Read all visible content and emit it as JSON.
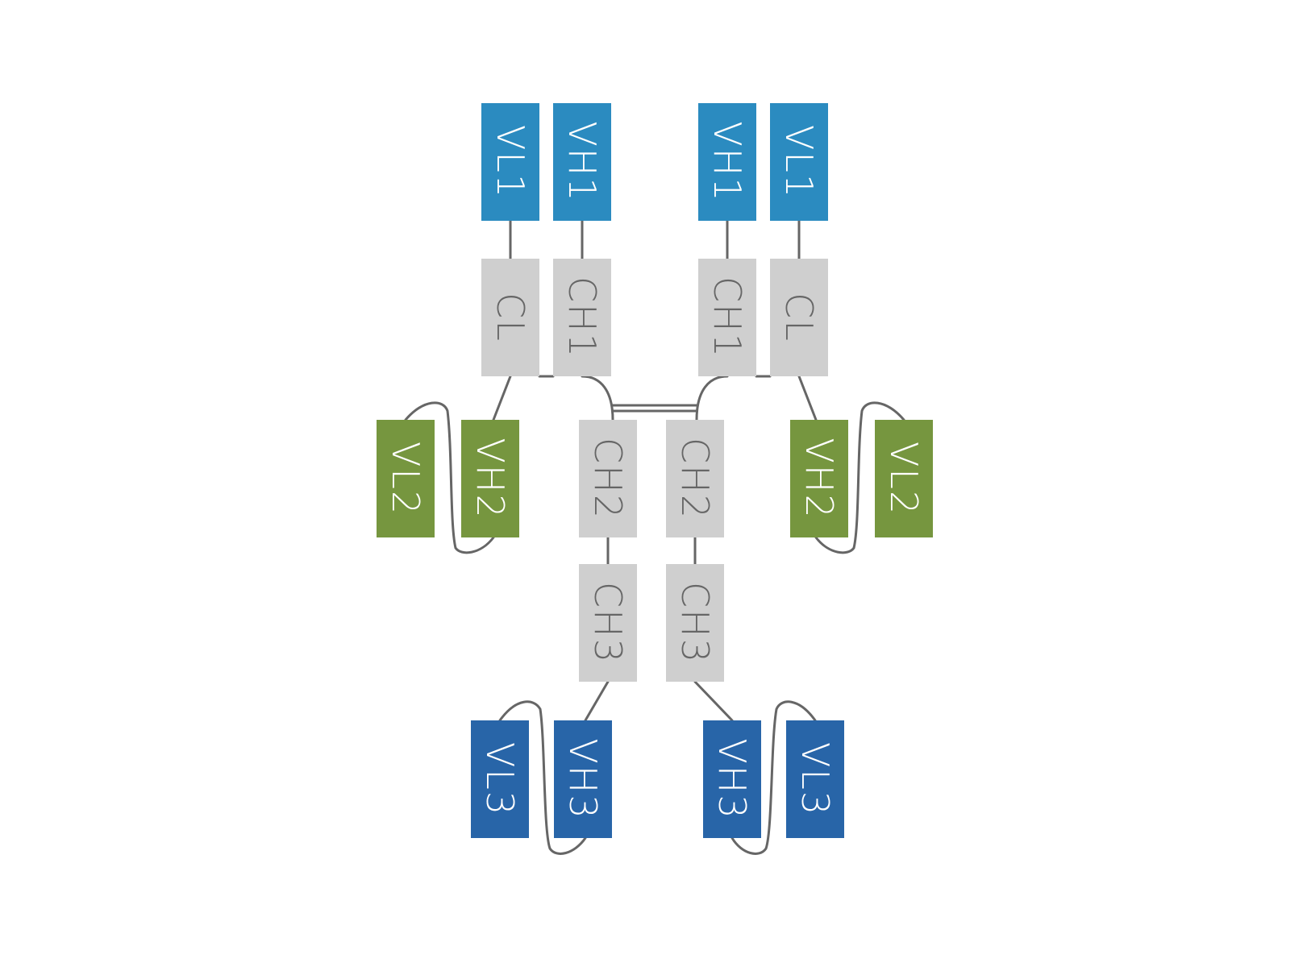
{
  "colors": {
    "background": "#ffffff",
    "connector": "#666666",
    "variable_1": "#2b8bc0",
    "constant": "#cfcfcf",
    "variable_2": "#76963f",
    "variable_3": "#2865a8",
    "text_light": "#ffffff",
    "text_dark": "#666666"
  },
  "domains": [
    {
      "id": "vl1_left",
      "label": "VL1",
      "color": "variable_1",
      "text": "text_light"
    },
    {
      "id": "vh1_left",
      "label": "VH1",
      "color": "variable_1",
      "text": "text_light"
    },
    {
      "id": "vh1_right",
      "label": "VH1",
      "color": "variable_1",
      "text": "text_light"
    },
    {
      "id": "vl1_right",
      "label": "VL1",
      "color": "variable_1",
      "text": "text_light"
    },
    {
      "id": "cl_left",
      "label": "CL",
      "color": "constant",
      "text": "text_dark"
    },
    {
      "id": "ch1_left",
      "label": "CH1",
      "color": "constant",
      "text": "text_dark"
    },
    {
      "id": "ch1_right",
      "label": "CH1",
      "color": "constant",
      "text": "text_dark"
    },
    {
      "id": "cl_right",
      "label": "CL",
      "color": "constant",
      "text": "text_dark"
    },
    {
      "id": "vl2_left",
      "label": "VL2",
      "color": "variable_2",
      "text": "text_light"
    },
    {
      "id": "vh2_left",
      "label": "VH2",
      "color": "variable_2",
      "text": "text_light"
    },
    {
      "id": "ch2_left",
      "label": "CH2",
      "color": "constant",
      "text": "text_dark"
    },
    {
      "id": "ch2_right",
      "label": "CH2",
      "color": "constant",
      "text": "text_dark"
    },
    {
      "id": "vh2_right",
      "label": "VH2",
      "color": "variable_2",
      "text": "text_light"
    },
    {
      "id": "vl2_right",
      "label": "VL2",
      "color": "variable_2",
      "text": "text_light"
    },
    {
      "id": "ch3_left",
      "label": "CH3",
      "color": "constant",
      "text": "text_dark"
    },
    {
      "id": "ch3_right",
      "label": "CH3",
      "color": "constant",
      "text": "text_dark"
    },
    {
      "id": "vl3_left",
      "label": "VL3",
      "color": "variable_3",
      "text": "text_light"
    },
    {
      "id": "vh3_left",
      "label": "VH3",
      "color": "variable_3",
      "text": "text_light"
    },
    {
      "id": "vh3_right",
      "label": "VH3",
      "color": "variable_3",
      "text": "text_light"
    },
    {
      "id": "vl3_right",
      "label": "VL3",
      "color": "variable_3",
      "text": "text_light"
    }
  ],
  "connections": [
    {
      "from": "vl1_left",
      "to": "cl_left",
      "kind": "linker"
    },
    {
      "from": "vh1_left",
      "to": "ch1_left",
      "kind": "linker"
    },
    {
      "from": "vh1_right",
      "to": "ch1_right",
      "kind": "linker"
    },
    {
      "from": "vl1_right",
      "to": "cl_right",
      "kind": "linker"
    },
    {
      "from": "cl_left",
      "to": "ch1_left",
      "kind": "interchain-disulfide"
    },
    {
      "from": "ch1_right",
      "to": "cl_right",
      "kind": "interchain-disulfide"
    },
    {
      "from": "ch1_left",
      "to": "ch2_left",
      "kind": "hinge"
    },
    {
      "from": "ch1_right",
      "to": "ch2_right",
      "kind": "hinge"
    },
    {
      "from": "ch2_left",
      "to": "ch2_right",
      "kind": "hinge-disulfide"
    },
    {
      "from": "cl_left",
      "to": "vh2_left",
      "kind": "linker"
    },
    {
      "from": "vh2_left",
      "to": "vl2_left",
      "kind": "scfv-linker"
    },
    {
      "from": "cl_right",
      "to": "vh2_right",
      "kind": "linker"
    },
    {
      "from": "vh2_right",
      "to": "vl2_right",
      "kind": "scfv-linker"
    },
    {
      "from": "ch2_left",
      "to": "ch3_left",
      "kind": "linker"
    },
    {
      "from": "ch2_right",
      "to": "ch3_right",
      "kind": "linker"
    },
    {
      "from": "ch3_left",
      "to": "vh3_left",
      "kind": "linker"
    },
    {
      "from": "vh3_left",
      "to": "vl3_left",
      "kind": "scfv-linker"
    },
    {
      "from": "ch3_right",
      "to": "vh3_right",
      "kind": "linker"
    },
    {
      "from": "vh3_right",
      "to": "vl3_right",
      "kind": "scfv-linker"
    }
  ]
}
